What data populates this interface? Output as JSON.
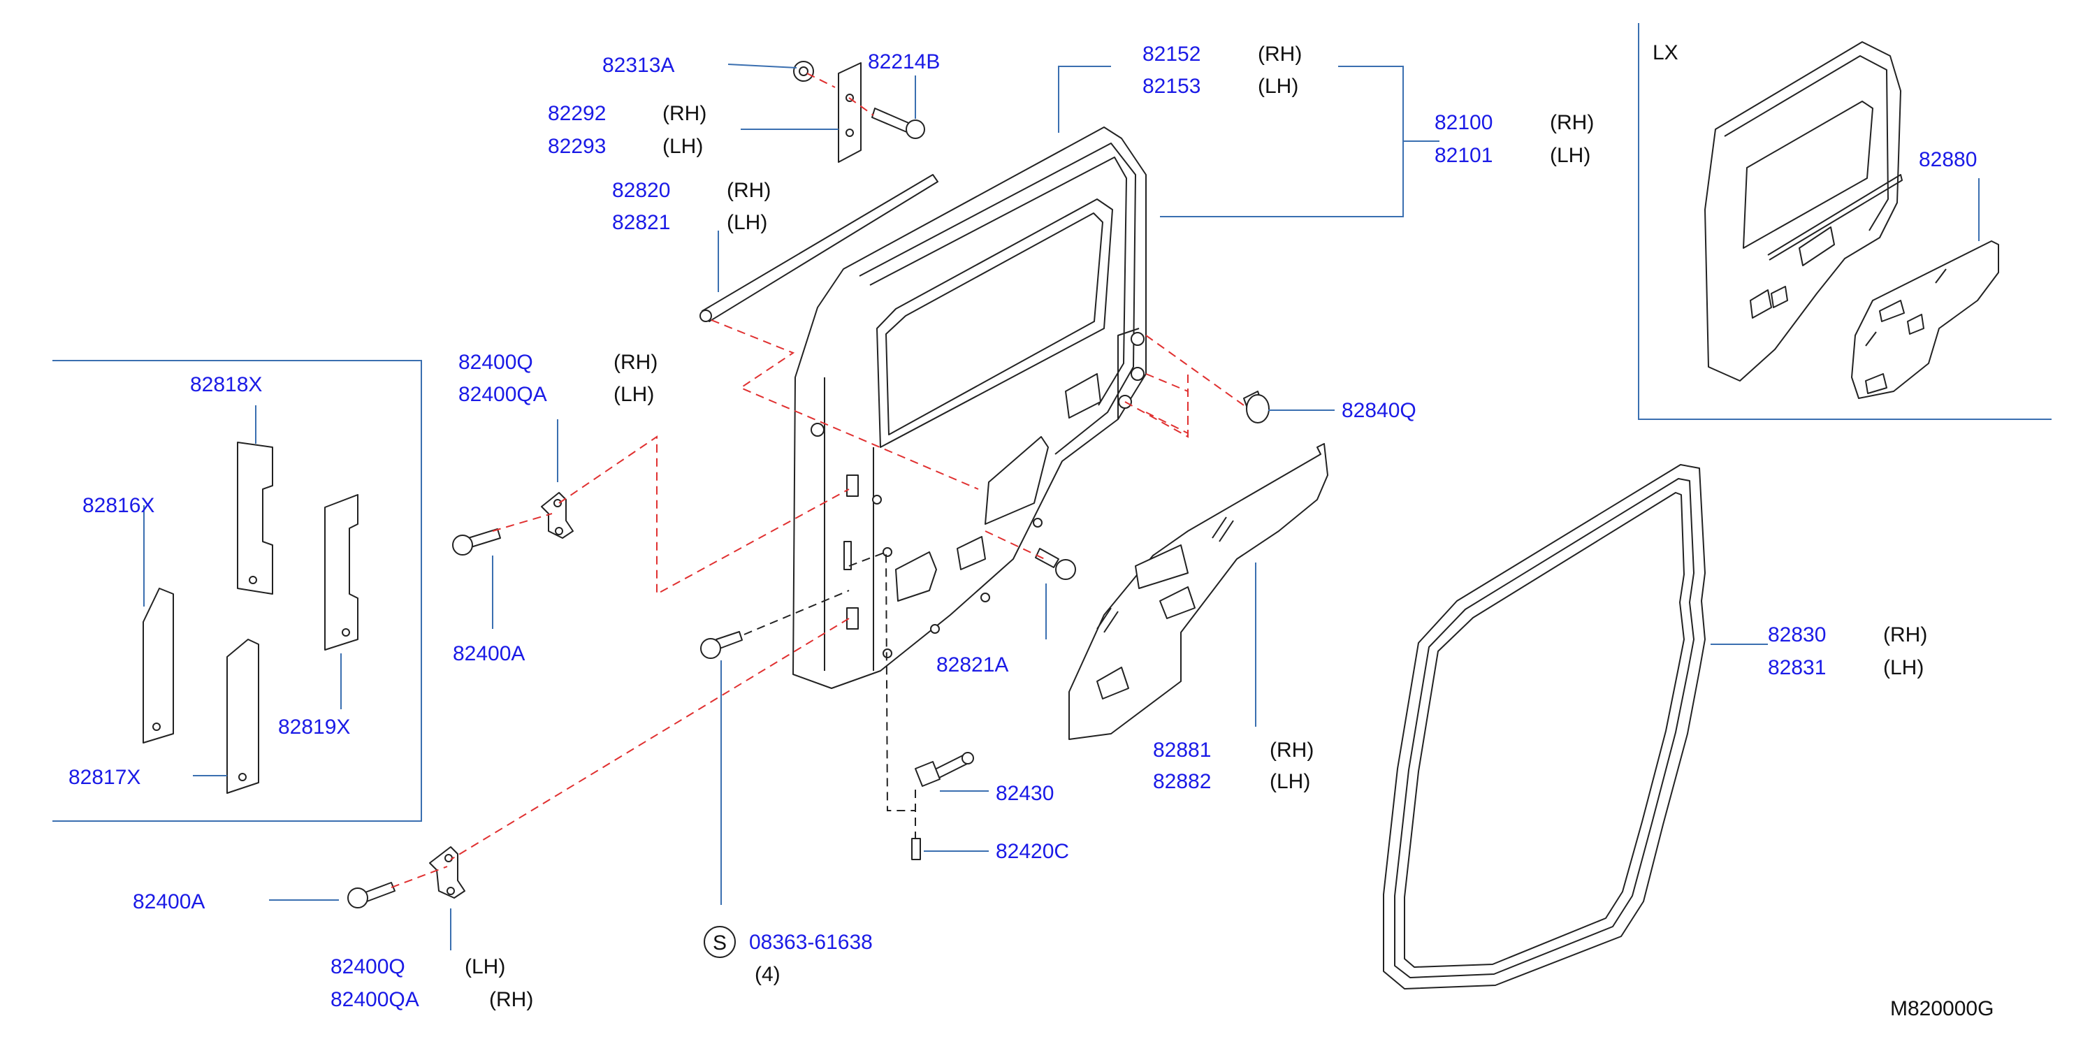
{
  "labels": {
    "p82313A": "82313A",
    "p82214B": "82214B",
    "p82292": "82292",
    "p82293": "82293",
    "p82820": "82820",
    "p82821": "82821",
    "p82152": "82152",
    "p82153": "82153",
    "p82100": "82100",
    "p82101": "82101",
    "p82880": "82880",
    "p82818X": "82818X",
    "p82816X": "82816X",
    "p82819X": "82819X",
    "p82817X": "82817X",
    "p82400Q_top": "82400Q",
    "p82400QA_top": "82400QA",
    "p82400A_mid": "82400A",
    "p82840Q": "82840Q",
    "p82821A": "82821A",
    "p82881": "82881",
    "p82882": "82882",
    "p82830": "82830",
    "p82831": "82831",
    "p82430": "82430",
    "p82420C": "82420C",
    "p82400A_bot": "82400A",
    "p82400Q_bot": "82400Q",
    "p82400QA_bot": "82400QA",
    "p08363": "08363-61638",
    "qty": "(4)",
    "s_symbol": "S",
    "rh": "(RH)",
    "lh": "(LH)",
    "lx": "LX",
    "drawing_code": "M820000G"
  },
  "colors": {
    "part_number": "#1a1ae6",
    "leader": "#3a6fb0",
    "dashed_red": "#e03030",
    "line": "#222222"
  }
}
